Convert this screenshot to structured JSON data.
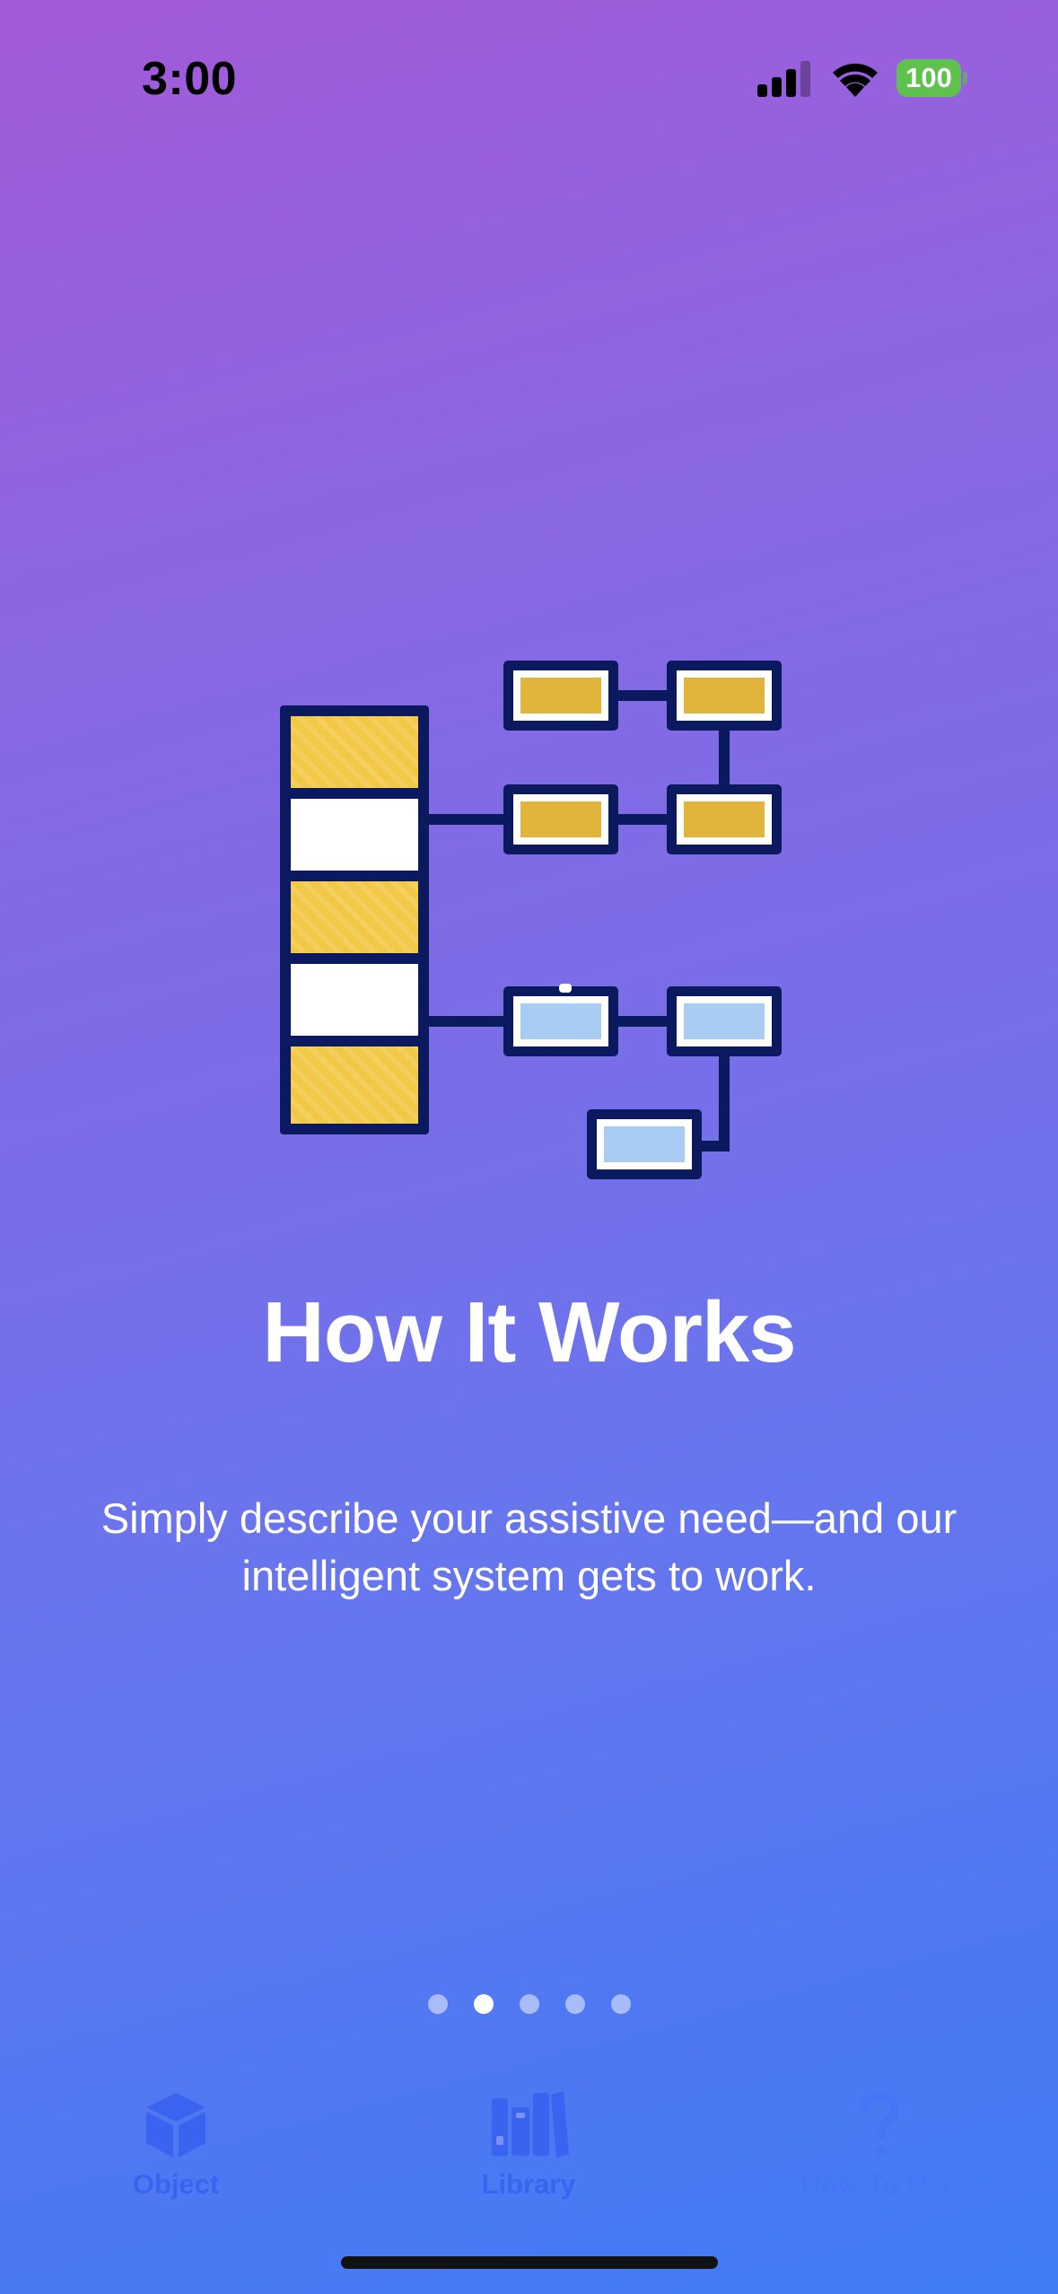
{
  "status_bar": {
    "time": "3:00",
    "battery_level": "100",
    "signal_bars": 3,
    "icons": [
      "signal-icon",
      "wifi-icon",
      "battery-icon"
    ]
  },
  "onboarding": {
    "title": "How It Works",
    "description": "Simply describe your assistive need—and our intelligent system gets to work.",
    "illustration": "workflow-diagram-illustration",
    "page_count": 5,
    "current_page": 2
  },
  "tab_bar": {
    "items": [
      {
        "label": "Object",
        "icon": "cube-icon"
      },
      {
        "label": "Library",
        "icon": "books-icon"
      },
      {
        "label": "How To Use",
        "icon": "question-mark-icon"
      }
    ]
  },
  "colors": {
    "accent": "#3a64f0",
    "node_navy": "#0b1a5e",
    "node_yellow": "#f2c846",
    "node_gold": "#e1b53c",
    "node_blue": "#a9cdf2",
    "battery_green": "#5fc24e"
  }
}
